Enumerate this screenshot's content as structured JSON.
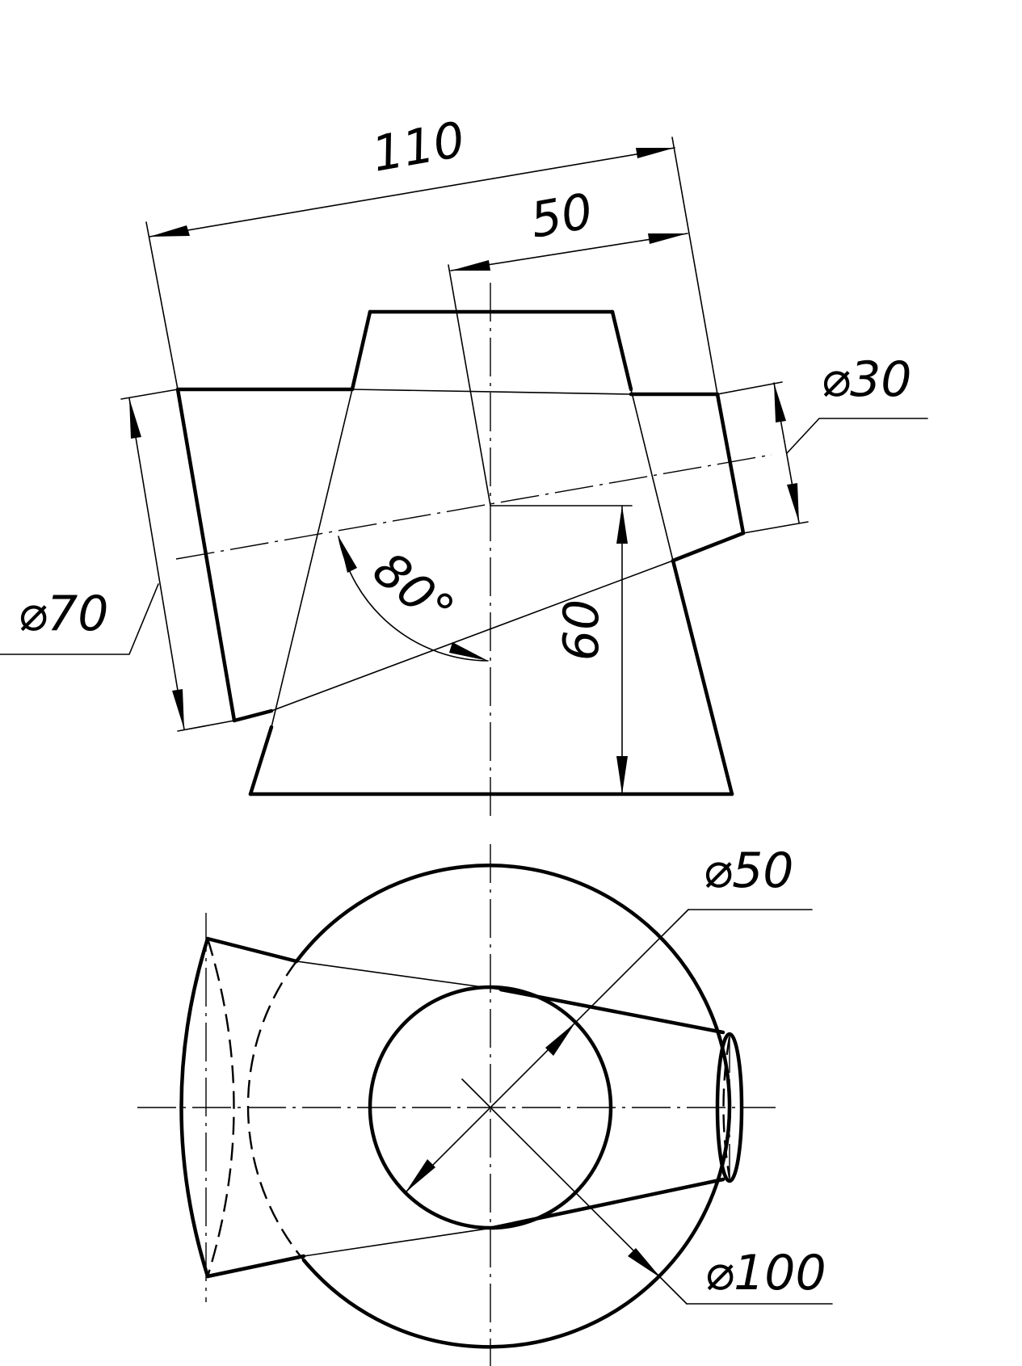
{
  "drawing": {
    "dimensions": {
      "length_overall": "110",
      "length_partial": "50",
      "dia_small_end": "⌀30",
      "dia_large_end": "⌀70",
      "angle": "80°",
      "height": "60",
      "dia_top": "⌀50",
      "dia_base": "⌀100"
    }
  }
}
